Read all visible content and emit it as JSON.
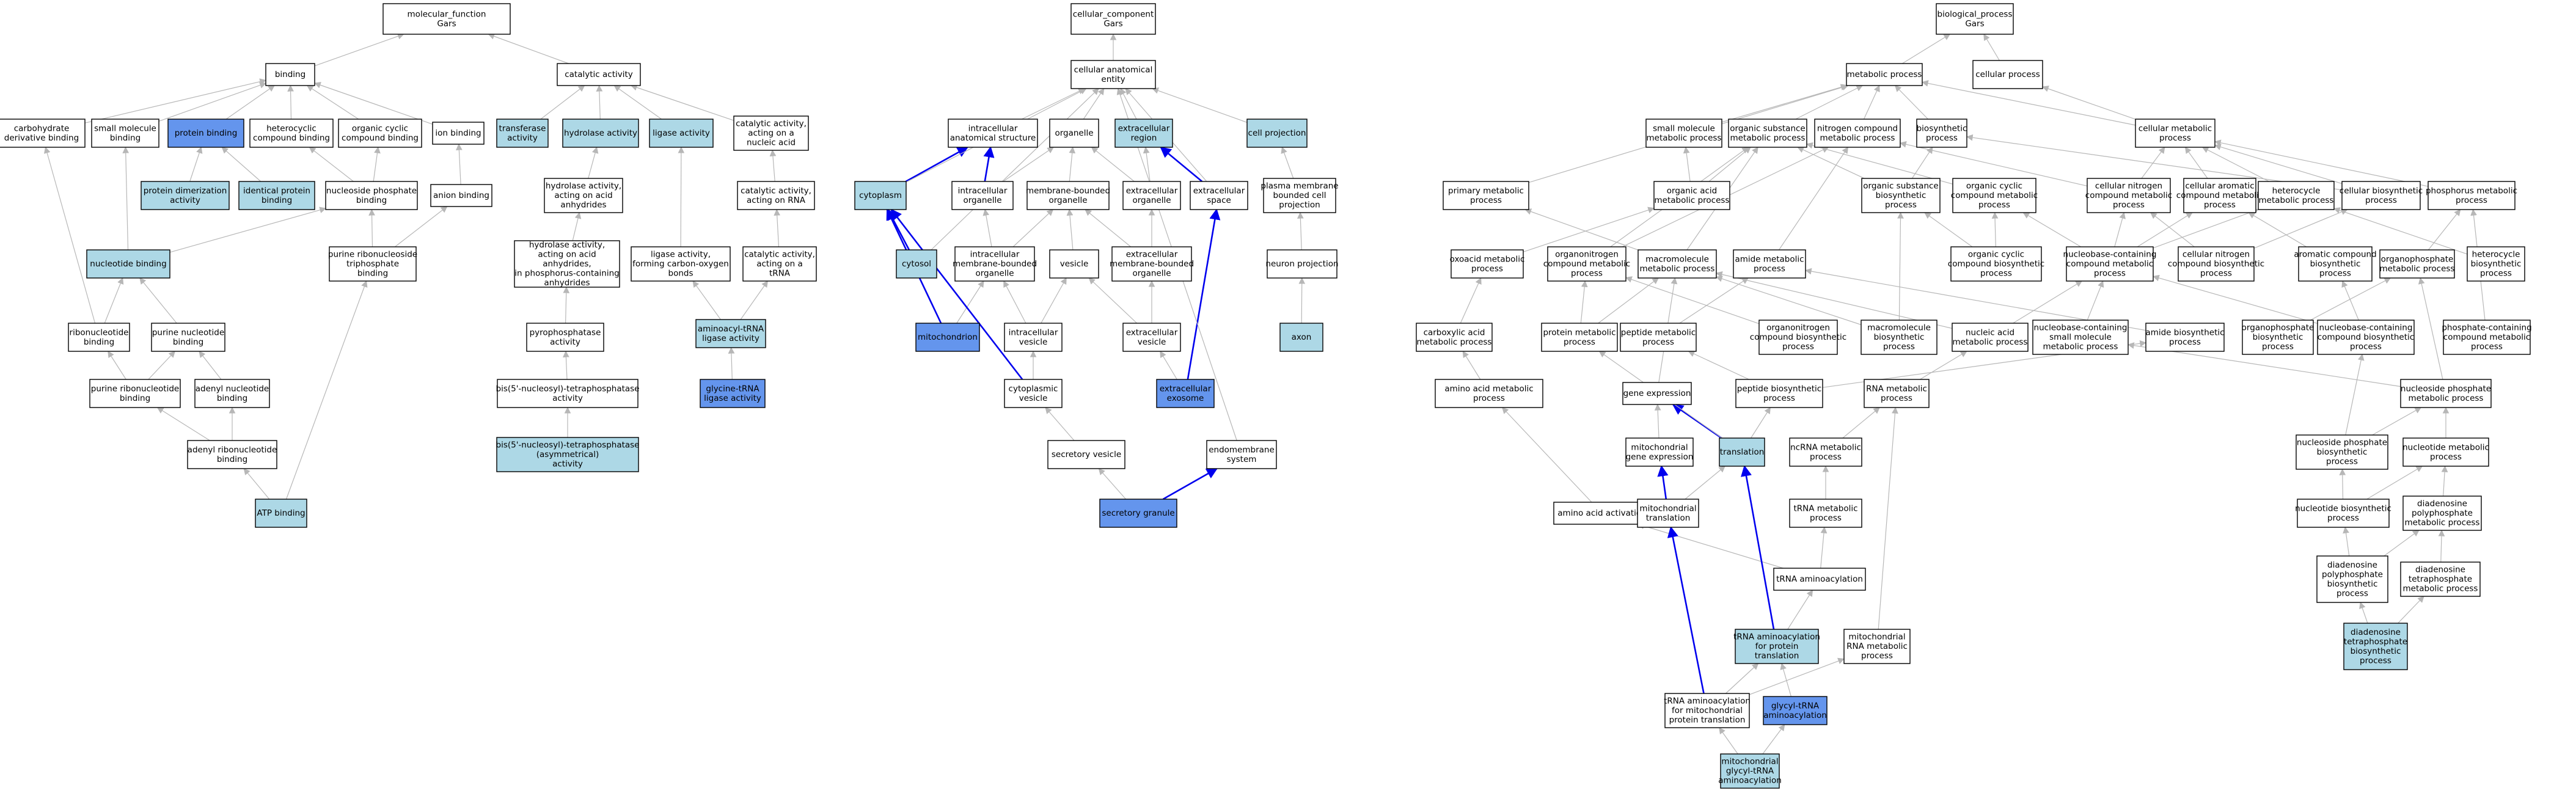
{
  "colors": {
    "plain": "#ffffff",
    "light": "#add8e6",
    "dark": "#6495ed",
    "grey_edge": "#b7b7b7",
    "blue_edge": "#0000ee"
  },
  "diagram": {
    "nodes": [
      {
        "id": "mf",
        "label": [
          "molecular_function",
          "Gars"
        ],
        "fill": "plain"
      },
      {
        "id": "binding",
        "label": [
          "binding"
        ],
        "fill": "plain"
      },
      {
        "id": "catalytic",
        "label": [
          "catalytic activity"
        ],
        "fill": "plain"
      },
      {
        "id": "carbohydrate",
        "label": [
          "carbohydrate",
          "derivative binding"
        ],
        "fill": "plain"
      },
      {
        "id": "smallmol",
        "label": [
          "small molecule",
          "binding"
        ],
        "fill": "plain"
      },
      {
        "id": "proteinbinding",
        "label": [
          "protein binding"
        ],
        "fill": "dark"
      },
      {
        "id": "heterocyclic",
        "label": [
          "heterocyclic",
          "compound binding"
        ],
        "fill": "plain"
      },
      {
        "id": "organiccyclic",
        "label": [
          "organic cyclic",
          "compound binding"
        ],
        "fill": "plain"
      },
      {
        "id": "ionbinding",
        "label": [
          "ion binding"
        ],
        "fill": "plain"
      },
      {
        "id": "transferase",
        "label": [
          "transferase",
          "activity"
        ],
        "fill": "light"
      },
      {
        "id": "hydrolase",
        "label": [
          "hydrolase activity"
        ],
        "fill": "light"
      },
      {
        "id": "ligase",
        "label": [
          "ligase activity"
        ],
        "fill": "light"
      },
      {
        "id": "catalyticrna",
        "label": [
          "catalytic activity,",
          "acting on a",
          "nucleic acid"
        ],
        "fill": "plain"
      },
      {
        "id": "proteindimer",
        "label": [
          "protein dimerization",
          "activity"
        ],
        "fill": "light"
      },
      {
        "id": "identicalprot",
        "label": [
          "identical protein",
          "binding"
        ],
        "fill": "light"
      },
      {
        "id": "nucleosidephos",
        "label": [
          "nucleoside phosphate",
          "binding"
        ],
        "fill": "plain"
      },
      {
        "id": "anionbinding",
        "label": [
          "anion binding"
        ],
        "fill": "plain"
      },
      {
        "id": "hydrolaseanhyd",
        "label": [
          "hydrolase activity,",
          "acting on acid",
          "anhydrides"
        ],
        "fill": "plain"
      },
      {
        "id": "catrna",
        "label": [
          "catalytic activity,",
          "acting on RNA"
        ],
        "fill": "plain"
      },
      {
        "id": "nucleotidebinding",
        "label": [
          "nucleotide binding"
        ],
        "fill": "light"
      },
      {
        "id": "purineribonucleoside",
        "label": [
          "purine ribonucleoside",
          "triphosphate",
          "binding"
        ],
        "fill": "plain"
      },
      {
        "id": "hydrolasephos",
        "label": [
          "hydrolase activity,",
          "acting on acid",
          "anhydrides,",
          "in phosphorus-containing",
          "anhydrides"
        ],
        "fill": "plain"
      },
      {
        "id": "ligasecarbon",
        "label": [
          "ligase activity,",
          "forming carbon-oxygen",
          "bonds"
        ],
        "fill": "plain"
      },
      {
        "id": "cattrna",
        "label": [
          "catalytic activity,",
          "acting on a",
          "tRNA"
        ],
        "fill": "plain"
      },
      {
        "id": "ribonucleotide",
        "label": [
          "ribonucleotide",
          "binding"
        ],
        "fill": "plain"
      },
      {
        "id": "purinenucleotide",
        "label": [
          "purine nucleotide",
          "binding"
        ],
        "fill": "plain"
      },
      {
        "id": "pyrophosphatase",
        "label": [
          "pyrophosphatase",
          "activity"
        ],
        "fill": "plain"
      },
      {
        "id": "aminoacyl",
        "label": [
          "aminoacyl-tRNA",
          "ligase activity"
        ],
        "fill": "light"
      },
      {
        "id": "purineribonucleotide",
        "label": [
          "purine ribonucleotide",
          "binding"
        ],
        "fill": "plain"
      },
      {
        "id": "adenylnucleotide",
        "label": [
          "adenyl nucleotide",
          "binding"
        ],
        "fill": "plain"
      },
      {
        "id": "bistetra",
        "label": [
          "bis(5'-nucleosyl)-tetraphosphatase",
          "activity"
        ],
        "fill": "plain"
      },
      {
        "id": "glycinetrna",
        "label": [
          "glycine-tRNA",
          "ligase activity"
        ],
        "fill": "dark"
      },
      {
        "id": "adenylribo",
        "label": [
          "adenyl ribonucleotide",
          "binding"
        ],
        "fill": "plain"
      },
      {
        "id": "bisasym",
        "label": [
          "bis(5'-nucleosyl)-tetraphosphatase",
          "(asymmetrical)",
          "activity"
        ],
        "fill": "light"
      },
      {
        "id": "atpbinding",
        "label": [
          "ATP binding"
        ],
        "fill": "light"
      },
      {
        "id": "cc",
        "label": [
          "cellular_component",
          "Gars"
        ],
        "fill": "plain"
      },
      {
        "id": "cellanat",
        "label": [
          "cellular anatomical",
          "entity"
        ],
        "fill": "plain"
      },
      {
        "id": "intracellularstruct",
        "label": [
          "intracellular",
          "anatomical structure"
        ],
        "fill": "plain"
      },
      {
        "id": "organelle",
        "label": [
          "organelle"
        ],
        "fill": "plain"
      },
      {
        "id": "extracellularregion",
        "label": [
          "extracellular",
          "region"
        ],
        "fill": "light"
      },
      {
        "id": "cellprojection",
        "label": [
          "cell projection"
        ],
        "fill": "light"
      },
      {
        "id": "cytoplasm",
        "label": [
          "cytoplasm"
        ],
        "fill": "light"
      },
      {
        "id": "intracellularorg",
        "label": [
          "intracellular",
          "organelle"
        ],
        "fill": "plain"
      },
      {
        "id": "membranebounded",
        "label": [
          "membrane-bounded",
          "organelle"
        ],
        "fill": "plain"
      },
      {
        "id": "extracellularorg",
        "label": [
          "extracellular",
          "organelle"
        ],
        "fill": "plain"
      },
      {
        "id": "extracellularspace",
        "label": [
          "extracellular",
          "space"
        ],
        "fill": "plain"
      },
      {
        "id": "plasmamembrane",
        "label": [
          "plasma membrane",
          "bounded cell",
          "projection"
        ],
        "fill": "plain"
      },
      {
        "id": "cytosol",
        "label": [
          "cytosol"
        ],
        "fill": "light"
      },
      {
        "id": "intracellmembrane",
        "label": [
          "intracellular",
          "membrane-bounded",
          "organelle"
        ],
        "fill": "plain"
      },
      {
        "id": "vesicle",
        "label": [
          "vesicle"
        ],
        "fill": "plain"
      },
      {
        "id": "extramembrane",
        "label": [
          "extracellular",
          "membrane-bounded",
          "organelle"
        ],
        "fill": "plain"
      },
      {
        "id": "neuronproj",
        "label": [
          "neuron projection"
        ],
        "fill": "plain"
      },
      {
        "id": "mitochondrion",
        "label": [
          "mitochondrion"
        ],
        "fill": "dark"
      },
      {
        "id": "intravesicle",
        "label": [
          "intracellular",
          "vesicle"
        ],
        "fill": "plain"
      },
      {
        "id": "extravesicle",
        "label": [
          "extracellular",
          "vesicle"
        ],
        "fill": "plain"
      },
      {
        "id": "axon",
        "label": [
          "axon"
        ],
        "fill": "light"
      },
      {
        "id": "cytovesicle",
        "label": [
          "cytoplasmic",
          "vesicle"
        ],
        "fill": "plain"
      },
      {
        "id": "exosome",
        "label": [
          "extracellular",
          "exosome"
        ],
        "fill": "dark"
      },
      {
        "id": "secretoryvesicle",
        "label": [
          "secretory vesicle"
        ],
        "fill": "plain"
      },
      {
        "id": "endomembrane",
        "label": [
          "endomembrane",
          "system"
        ],
        "fill": "plain"
      },
      {
        "id": "secretorygranule",
        "label": [
          "secretory granule"
        ],
        "fill": "dark"
      },
      {
        "id": "bp",
        "label": [
          "biological_process",
          "Gars"
        ],
        "fill": "plain"
      },
      {
        "id": "metabolic",
        "label": [
          "metabolic process"
        ],
        "fill": "plain"
      },
      {
        "id": "cellularprocess",
        "label": [
          "cellular process"
        ],
        "fill": "plain"
      },
      {
        "id": "smallmolmet",
        "label": [
          "small molecule",
          "metabolic process"
        ],
        "fill": "plain"
      },
      {
        "id": "organicsub",
        "label": [
          "organic substance",
          "metabolic process"
        ],
        "fill": "plain"
      },
      {
        "id": "nitrogenmet",
        "label": [
          "nitrogen compound",
          "metabolic process"
        ],
        "fill": "plain"
      },
      {
        "id": "biosynthetic",
        "label": [
          "biosynthetic",
          "process"
        ],
        "fill": "plain"
      },
      {
        "id": "cellularmet",
        "label": [
          "cellular metabolic",
          "process"
        ],
        "fill": "plain"
      },
      {
        "id": "primarymet",
        "label": [
          "primary metabolic",
          "process"
        ],
        "fill": "plain"
      },
      {
        "id": "organicacid",
        "label": [
          "organic acid",
          "metabolic process"
        ],
        "fill": "plain"
      },
      {
        "id": "organicsubbio",
        "label": [
          "organic substance",
          "biosynthetic",
          "process"
        ],
        "fill": "plain"
      },
      {
        "id": "organiccyclicmet",
        "label": [
          "organic cyclic",
          "compound metabolic",
          "process"
        ],
        "fill": "plain"
      },
      {
        "id": "cellnitrogenmet",
        "label": [
          "cellular nitrogen",
          "compound metabolic",
          "process"
        ],
        "fill": "plain"
      },
      {
        "id": "cellaromatic",
        "label": [
          "cellular aromatic",
          "compound metabolic",
          "process"
        ],
        "fill": "plain"
      },
      {
        "id": "heterocyclemet",
        "label": [
          "heterocycle",
          "metabolic process"
        ],
        "fill": "plain"
      },
      {
        "id": "cellbiosynthetic",
        "label": [
          "cellular biosynthetic",
          "process"
        ],
        "fill": "plain"
      },
      {
        "id": "phosphorusmet",
        "label": [
          "phosphorus metabolic",
          "process"
        ],
        "fill": "plain"
      },
      {
        "id": "oxoacid",
        "label": [
          "oxoacid metabolic",
          "process"
        ],
        "fill": "plain"
      },
      {
        "id": "organonitrogen",
        "label": [
          "organonitrogen",
          "compound metabolic",
          "process"
        ],
        "fill": "plain"
      },
      {
        "id": "macromolmet",
        "label": [
          "macromolecule",
          "metabolic process"
        ],
        "fill": "plain"
      },
      {
        "id": "aminemet",
        "label": [
          "amide metabolic",
          "process"
        ],
        "fill": "plain"
      },
      {
        "id": "organiccyclicbio",
        "label": [
          "organic cyclic",
          "compound biosynthetic",
          "process"
        ],
        "fill": "plain"
      },
      {
        "id": "nucleobasecontaining",
        "label": [
          "nucleobase-containing",
          "compound metabolic",
          "process"
        ],
        "fill": "plain"
      },
      {
        "id": "cellnitrogenbio",
        "label": [
          "cellular nitrogen",
          "compound biosynthetic",
          "process"
        ],
        "fill": "plain"
      },
      {
        "id": "aromaticbio",
        "label": [
          "aromatic compound",
          "biosynthetic",
          "process"
        ],
        "fill": "plain"
      },
      {
        "id": "organophosphate",
        "label": [
          "organophosphate",
          "metabolic process"
        ],
        "fill": "plain"
      },
      {
        "id": "heterocyclebio",
        "label": [
          "heterocycle",
          "biosynthetic",
          "process"
        ],
        "fill": "plain"
      },
      {
        "id": "carboxylic",
        "label": [
          "carboxylic acid",
          "metabolic process"
        ],
        "fill": "plain"
      },
      {
        "id": "proteinmet",
        "label": [
          "protein metabolic",
          "process"
        ],
        "fill": "plain"
      },
      {
        "id": "peptidemet",
        "label": [
          "peptide metabolic",
          "process"
        ],
        "fill": "plain"
      },
      {
        "id": "organonitrogenbio",
        "label": [
          "organonitrogen",
          "compound biosynthetic",
          "process"
        ],
        "fill": "plain"
      },
      {
        "id": "macromolbio",
        "label": [
          "macromolecule",
          "biosynthetic",
          "process"
        ],
        "fill": "plain"
      },
      {
        "id": "nucleicacidmet",
        "label": [
          "nucleic acid",
          "metabolic process"
        ],
        "fill": "plain"
      },
      {
        "id": "nucleobasesmall",
        "label": [
          "nucleobase-containing",
          "small molecule",
          "metabolic process"
        ],
        "fill": "plain"
      },
      {
        "id": "amidebio",
        "label": [
          "amide biosynthetic",
          "process"
        ],
        "fill": "plain"
      },
      {
        "id": "organophosbio",
        "label": [
          "organophosphate",
          "biosynthetic",
          "process"
        ],
        "fill": "plain"
      },
      {
        "id": "nucleobasebio",
        "label": [
          "nucleobase-containing",
          "compound biosynthetic",
          "process"
        ],
        "fill": "plain"
      },
      {
        "id": "phosphatecontaining",
        "label": [
          "phosphate-containing",
          "compound metabolic",
          "process"
        ],
        "fill": "plain"
      },
      {
        "id": "aminoacidmet",
        "label": [
          "amino acid metabolic",
          "process"
        ],
        "fill": "plain"
      },
      {
        "id": "geneexpression",
        "label": [
          "gene expression"
        ],
        "fill": "plain"
      },
      {
        "id": "peptidebio",
        "label": [
          "peptide biosynthetic",
          "process"
        ],
        "fill": "plain"
      },
      {
        "id": "rnamet",
        "label": [
          "RNA metabolic",
          "process"
        ],
        "fill": "plain"
      },
      {
        "id": "nucleosidephosmet",
        "label": [
          "nucleoside phosphate",
          "metabolic process"
        ],
        "fill": "plain"
      },
      {
        "id": "mitogeneexp",
        "label": [
          "mitochondrial",
          "gene expression"
        ],
        "fill": "plain"
      },
      {
        "id": "translation",
        "label": [
          "translation"
        ],
        "fill": "light"
      },
      {
        "id": "ncrnamet",
        "label": [
          "ncRNA metabolic",
          "process"
        ],
        "fill": "plain"
      },
      {
        "id": "nucleosidephosbio",
        "label": [
          "nucleoside phosphate",
          "biosynthetic",
          "process"
        ],
        "fill": "plain"
      },
      {
        "id": "nucleotidemet",
        "label": [
          "nucleotide metabolic",
          "process"
        ],
        "fill": "plain"
      },
      {
        "id": "aminoacidactivation",
        "label": [
          "amino acid activation"
        ],
        "fill": "plain"
      },
      {
        "id": "mitotranslation",
        "label": [
          "mitochondrial",
          "translation"
        ],
        "fill": "plain"
      },
      {
        "id": "trnamet",
        "label": [
          "tRNA metabolic",
          "process"
        ],
        "fill": "plain"
      },
      {
        "id": "nucleotidebio",
        "label": [
          "nucleotide biosynthetic",
          "process"
        ],
        "fill": "plain"
      },
      {
        "id": "diadenosinepoly",
        "label": [
          "diadenosine",
          "polyphosphate",
          "metabolic process"
        ],
        "fill": "plain"
      },
      {
        "id": "trnaaminoacylation",
        "label": [
          "tRNA aminoacylation"
        ],
        "fill": "plain"
      },
      {
        "id": "diadenosinepolybio",
        "label": [
          "diadenosine",
          "polyphosphate",
          "biosynthetic",
          "process"
        ],
        "fill": "plain"
      },
      {
        "id": "diadenosinetetra",
        "label": [
          "diadenosine",
          "tetraphosphate",
          "metabolic process"
        ],
        "fill": "plain"
      },
      {
        "id": "trnaaminoprot",
        "label": [
          "tRNA aminoacylation",
          "for protein",
          "translation"
        ],
        "fill": "light"
      },
      {
        "id": "mitornamet",
        "label": [
          "mitochondrial",
          "RNA metabolic",
          "process"
        ],
        "fill": "plain"
      },
      {
        "id": "diadenosinetetrabio",
        "label": [
          "diadenosine",
          "tetraphosphate",
          "biosynthetic",
          "process"
        ],
        "fill": "light"
      },
      {
        "id": "trnamito",
        "label": [
          "tRNA aminoacylation",
          "for mitochondrial",
          "protein translation"
        ],
        "fill": "plain"
      },
      {
        "id": "glycyltrna",
        "label": [
          "glycyl-tRNA",
          "aminoacylation"
        ],
        "fill": "dark"
      },
      {
        "id": "mitoglycyl",
        "label": [
          "mitochondrial",
          "glycyl-tRNA",
          "aminoacylation"
        ],
        "fill": "light"
      }
    ]
  }
}
